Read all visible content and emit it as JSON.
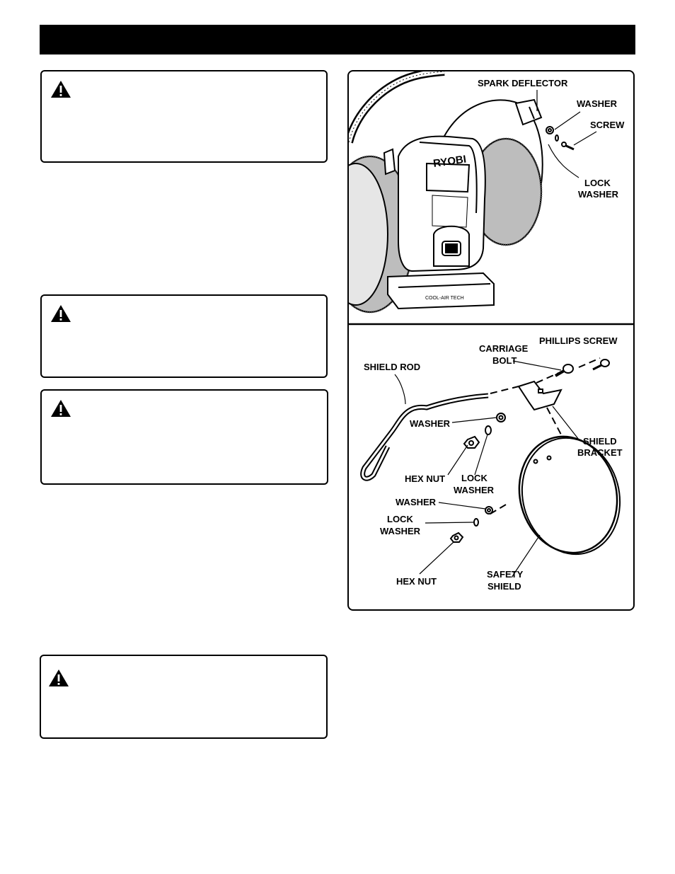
{
  "figure": {
    "top_labels": {
      "spark_deflector": "SPARK DEFLECTOR",
      "washer": "WASHER",
      "screw": "SCREW",
      "lock": "LOCK",
      "lock_washer": "WASHER",
      "brand": "RYOBI",
      "base_text": "COOL-AIR TECH"
    },
    "bottom_labels": {
      "phillips_screw": "PHILLIPS SCREW",
      "carriage": "CARRIAGE",
      "bolt": "BOLT",
      "shield_rod": "SHIELD ROD",
      "washer1": "WASHER",
      "shield": "SHIELD",
      "bracket": "BRACKET",
      "hex_nut1": "HEX NUT",
      "lock1": "LOCK",
      "lock_washer1": "WASHER",
      "washer2": "WASHER",
      "lock2": "LOCK",
      "lock_washer2": "WASHER",
      "hex_nut2": "HEX NUT",
      "safety": "SAFETY",
      "safety_shield": "SHIELD"
    }
  }
}
